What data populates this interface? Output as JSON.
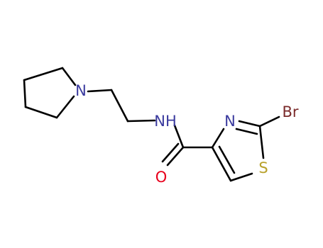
{
  "molecule": {
    "atoms": {
      "n_pyrrolidine": {
        "label": "N",
        "color": "#3a3a9e"
      },
      "nh_amide": {
        "label": "NH",
        "color": "#3a3a9e"
      },
      "o_carbonyl": {
        "label": "O",
        "color": "#e8001c"
      },
      "n_thiazole": {
        "label": "N",
        "color": "#3a3a9e"
      },
      "s_thiazole": {
        "label": "S",
        "color": "#b8a12b"
      },
      "br": {
        "label": "Br",
        "color": "#7a2a2a"
      }
    },
    "bond_color": "#000000"
  }
}
